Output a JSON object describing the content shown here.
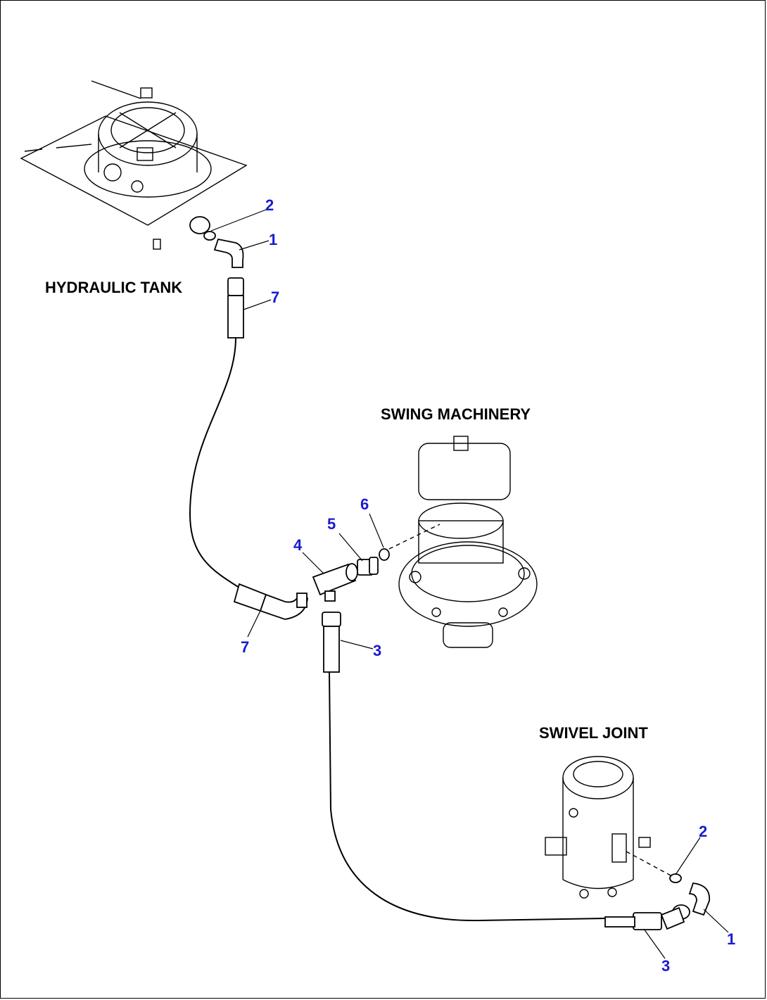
{
  "labels": {
    "hydraulic_tank": "HYDRAULIC TANK",
    "swing_machinery": "SWING MACHINERY",
    "swivel_joint": "SWIVEL JOINT"
  },
  "callouts": {
    "tank_2": "2",
    "tank_1": "1",
    "tank_7": "7",
    "mid_7": "7",
    "mid_4": "4",
    "mid_5": "5",
    "mid_6": "6",
    "mid_3": "3",
    "swivel_2": "2",
    "swivel_1": "1",
    "swivel_3": "3"
  },
  "colors": {
    "callout": "#1a1ad0",
    "line": "#000000"
  }
}
